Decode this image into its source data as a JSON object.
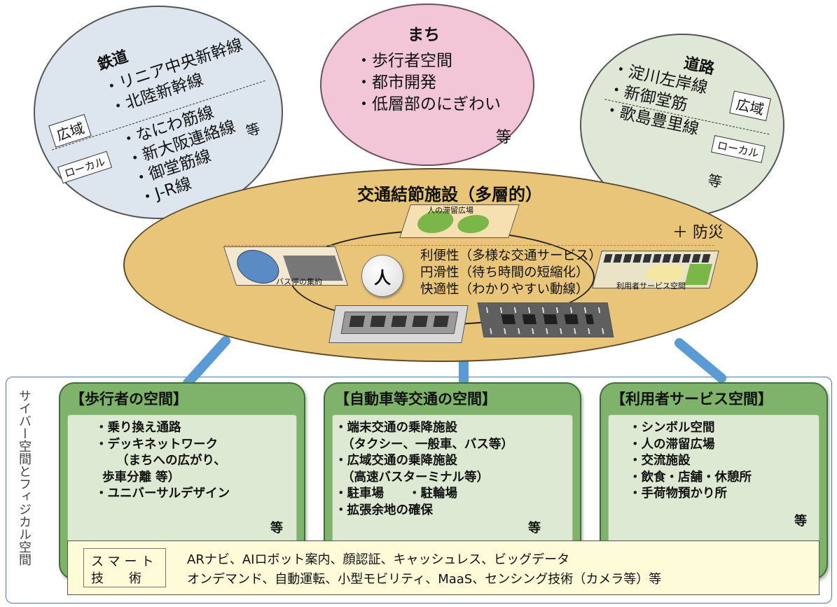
{
  "top_bubbles": {
    "railway": {
      "title": "鉄道",
      "wide_label": "広域",
      "local_label": "ローカル",
      "wide_items": [
        "・リニア中央新幹線",
        "・北陸新幹線"
      ],
      "local_items": [
        "・なにわ筋線",
        "・新大阪連絡線",
        "・御堂筋線",
        "・J-R線"
      ],
      "etc": "等"
    },
    "town": {
      "title": "まち",
      "items": [
        "・歩行者空間",
        "・都市開発",
        "・低層部のにぎわい"
      ],
      "etc": "等"
    },
    "road": {
      "title": "道路",
      "wide_label": "広域",
      "local_label": "ローカル",
      "items": [
        "・淀川左岸線",
        "・新御堂筋",
        "・歌島豊里線"
      ],
      "etc": "等"
    }
  },
  "hub": {
    "title": "交通結節施設（多層的）",
    "disaster": "＋ 防災",
    "center": "人",
    "properties": [
      "利便性（多様な交通サービス）",
      "円滑性（待ち時間の短縮化）",
      "快適性（わかりやすい動線）"
    ],
    "facility_labels": {
      "plaza": "人の滞留広場",
      "bus": "バス停の集約",
      "service": "利用者サービス空間"
    }
  },
  "side_label": "サイバー空間とフィジカル空間",
  "panels": [
    {
      "title": "【歩行者の空間】",
      "items": [
        "・乗り換え通路",
        "・デッキネットワーク",
        "（まちへの広がり、",
        "歩車分離 等）",
        "・ユニバーサルデザイン"
      ],
      "etc": "等"
    },
    {
      "title": "【自動車等交通の空間】",
      "items": [
        "・端末交通の乗降施設",
        "（タクシー、一般車、バス等）",
        "・広域交通の乗降施設",
        "（高速バスターミナル等）",
        "・駐車場　　・駐輪場",
        "・拡張余地の確保"
      ],
      "etc": "等"
    },
    {
      "title": "【利用者サービス空間】",
      "items": [
        "・シンボル空間",
        "・人の滞留広場",
        "・交流施設",
        "・飲食・店舗・休憩所",
        "・手荷物預かり所"
      ],
      "etc": "等"
    }
  ],
  "smart": {
    "label_line1": "スマート",
    "label_line2": "技　　術",
    "line1": "ARナビ、AIロボット案内、顔認証、キャッシュレス、ビッグデータ",
    "line2": "オンデマンド、自動運転、小型モビリティ、MaaS、センシング技術（カメラ等）等"
  },
  "colors": {
    "railway_bubble": "#dde6ef",
    "town_bubble": "#f2c6d6",
    "road_bubble": "#dfe8d6",
    "hub_oval": "#e9c57a",
    "panel": "#7fb26a",
    "panel_inner": "#dde9d2",
    "smart_box": "#fdfbd8",
    "connector": "#5b9bd5"
  }
}
